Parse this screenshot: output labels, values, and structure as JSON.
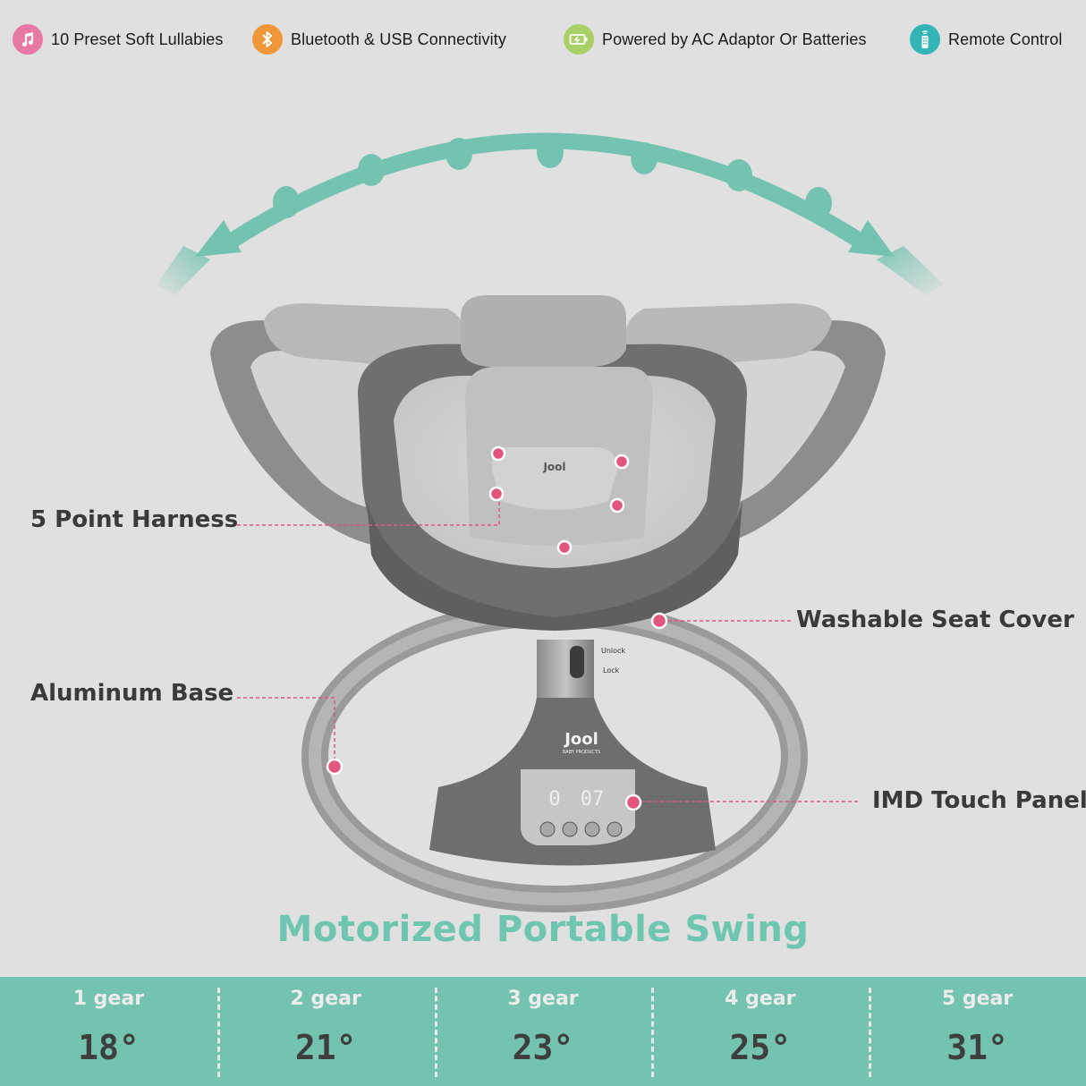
{
  "features": [
    {
      "label": "10 Preset Soft Lullabies",
      "icon": "music-note-icon",
      "color": "#e879a4"
    },
    {
      "label": "Bluetooth & USB Connectivity",
      "icon": "bluetooth-icon",
      "color": "#f0973a"
    },
    {
      "label": "Powered by AC Adaptor Or Batteries",
      "icon": "battery-icon",
      "color": "#a8cf68"
    },
    {
      "label": "Remote Control",
      "icon": "remote-control-icon",
      "color": "#33b5b8"
    }
  ],
  "callouts": {
    "harness": "5 Point Harness",
    "seat_cover": "Washable Seat Cover",
    "base": "Aluminum Base",
    "touch_panel": "IMD Touch Panel"
  },
  "product": {
    "brand": "Jool",
    "brand_sub": "BABY PRODUCTS",
    "lock_unlock": "Unlock",
    "lock_lock": "Lock",
    "display_left": "0",
    "display_right": "07"
  },
  "title": "Motorized Portable Swing",
  "gears": [
    {
      "name": "1 gear",
      "angle": "18°"
    },
    {
      "name": "2 gear",
      "angle": "21°"
    },
    {
      "name": "3 gear",
      "angle": "23°"
    },
    {
      "name": "4 gear",
      "angle": "25°"
    },
    {
      "name": "5 gear",
      "angle": "31°"
    }
  ],
  "colors": {
    "accent_teal": "#74c3b1",
    "marker_pink": "#e2557f",
    "background": "#e0e0e0",
    "text_dark": "#3a3a3a"
  }
}
